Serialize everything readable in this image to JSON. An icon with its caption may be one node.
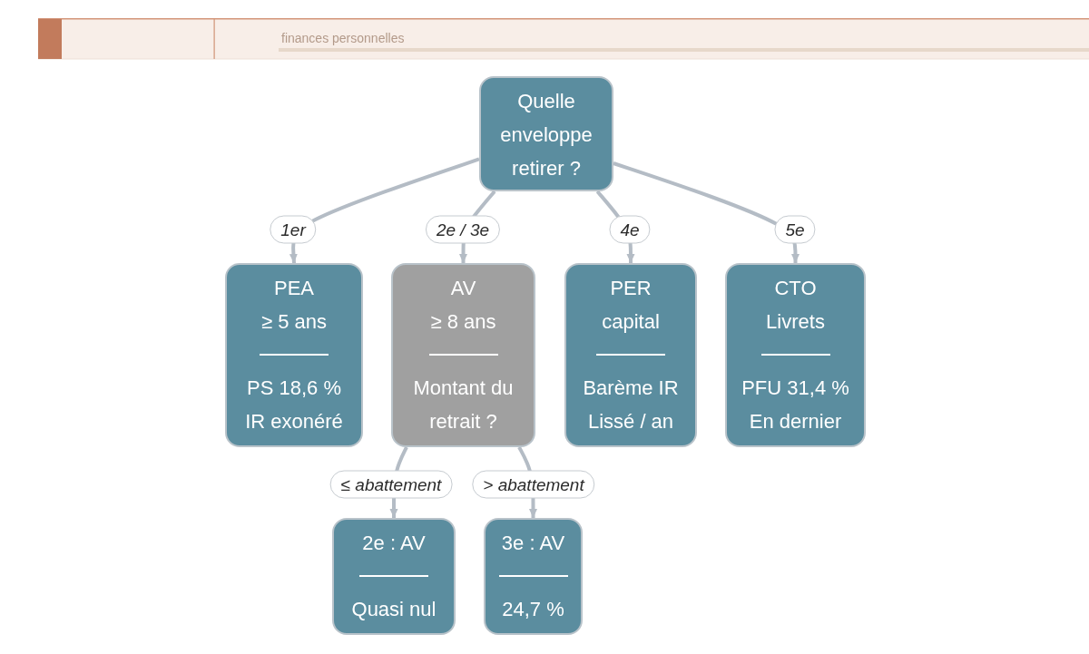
{
  "diagram": {
    "nodes": [
      {
        "text": [
          "Quelle enveloppe retirer ?"
        ]
      },
      {
        "text": [
          "PEA ≥ 5 ans",
          "PS 18,6 % IR exonéré"
        ]
      },
      {
        "text": [
          "AV ≥ 8 ans",
          "Montant du retrait ?"
        ]
      },
      {
        "text": [
          "PER capital",
          "Barème IR Lissé / an"
        ]
      },
      {
        "text": [
          "CTO Livrets",
          "PFU 31,4 % En dernier"
        ]
      },
      {
        "text": [
          "2e : AV",
          "Quasi nul"
        ]
      },
      {
        "text": [
          "3e : AV",
          "24,7 %"
        ]
      }
    ],
    "edges": [
      {
        "from": 0,
        "to": 1,
        "arrow": "to",
        "label": "1er"
      },
      {
        "from": 0,
        "to": 2,
        "arrow": "to",
        "label": "2e / 3e"
      },
      {
        "from": 0,
        "to": 3,
        "arrow": "to",
        "label": "4e"
      },
      {
        "from": 0,
        "to": 4,
        "arrow": "to",
        "label": "5e"
      },
      {
        "from": 2,
        "to": 5,
        "arrow": "to",
        "label": "≤ abattement"
      },
      {
        "from": 2,
        "to": 6,
        "arrow": "to",
        "label": "> abattement"
      }
    ],
    "labels": [
      "finances personnelles"
    ]
  }
}
